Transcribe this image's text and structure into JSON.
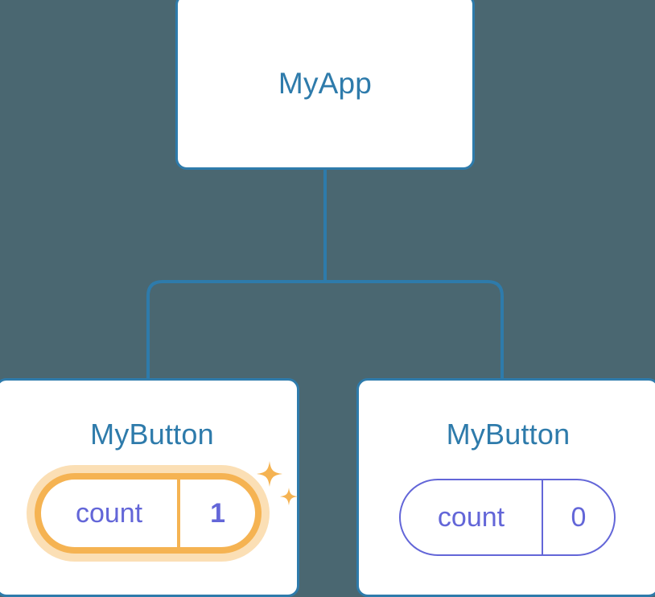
{
  "diagram": {
    "type": "component-tree",
    "background_color": "#4a6771",
    "node_border_color": "#2e7bab",
    "node_label_color": "#2e7bab",
    "state_color": "#6366d8",
    "highlight_color": "#f5b352",
    "highlight_glow_color": "#fbdfb5",
    "edge_color": "#2e7bab"
  },
  "root": {
    "label": "MyApp"
  },
  "children": [
    {
      "label": "MyButton",
      "state": {
        "key": "count",
        "value": "1"
      },
      "highlighted": true,
      "sparkle_large": "sparkle-star",
      "sparkle_small": "sparkle-star-small"
    },
    {
      "label": "MyButton",
      "state": {
        "key": "count",
        "value": "0"
      },
      "highlighted": false
    }
  ]
}
